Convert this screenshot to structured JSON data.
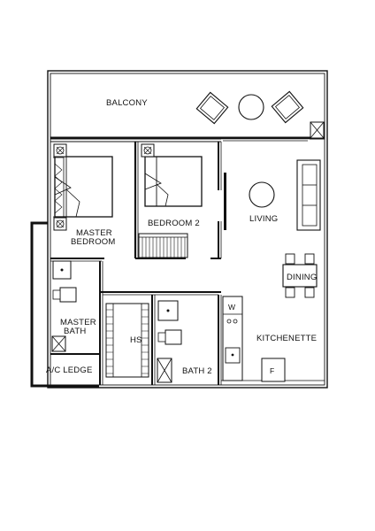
{
  "floorplan": {
    "rooms": {
      "balcony": "BALCONY",
      "master_bedroom_line1": "MASTER",
      "master_bedroom_line2": "BEDROOM",
      "bedroom2": "BEDROOM 2",
      "living": "LIVING",
      "dining": "DINING",
      "master_bath_line1": "MASTER",
      "master_bath_line2": "BATH",
      "hs": "HS",
      "bath2": "BATH 2",
      "kitchenette": "KITCHENETTE",
      "ac_ledge": "A/C LEDGE"
    },
    "fixtures": {
      "washer": "W",
      "fridge": "F"
    }
  }
}
